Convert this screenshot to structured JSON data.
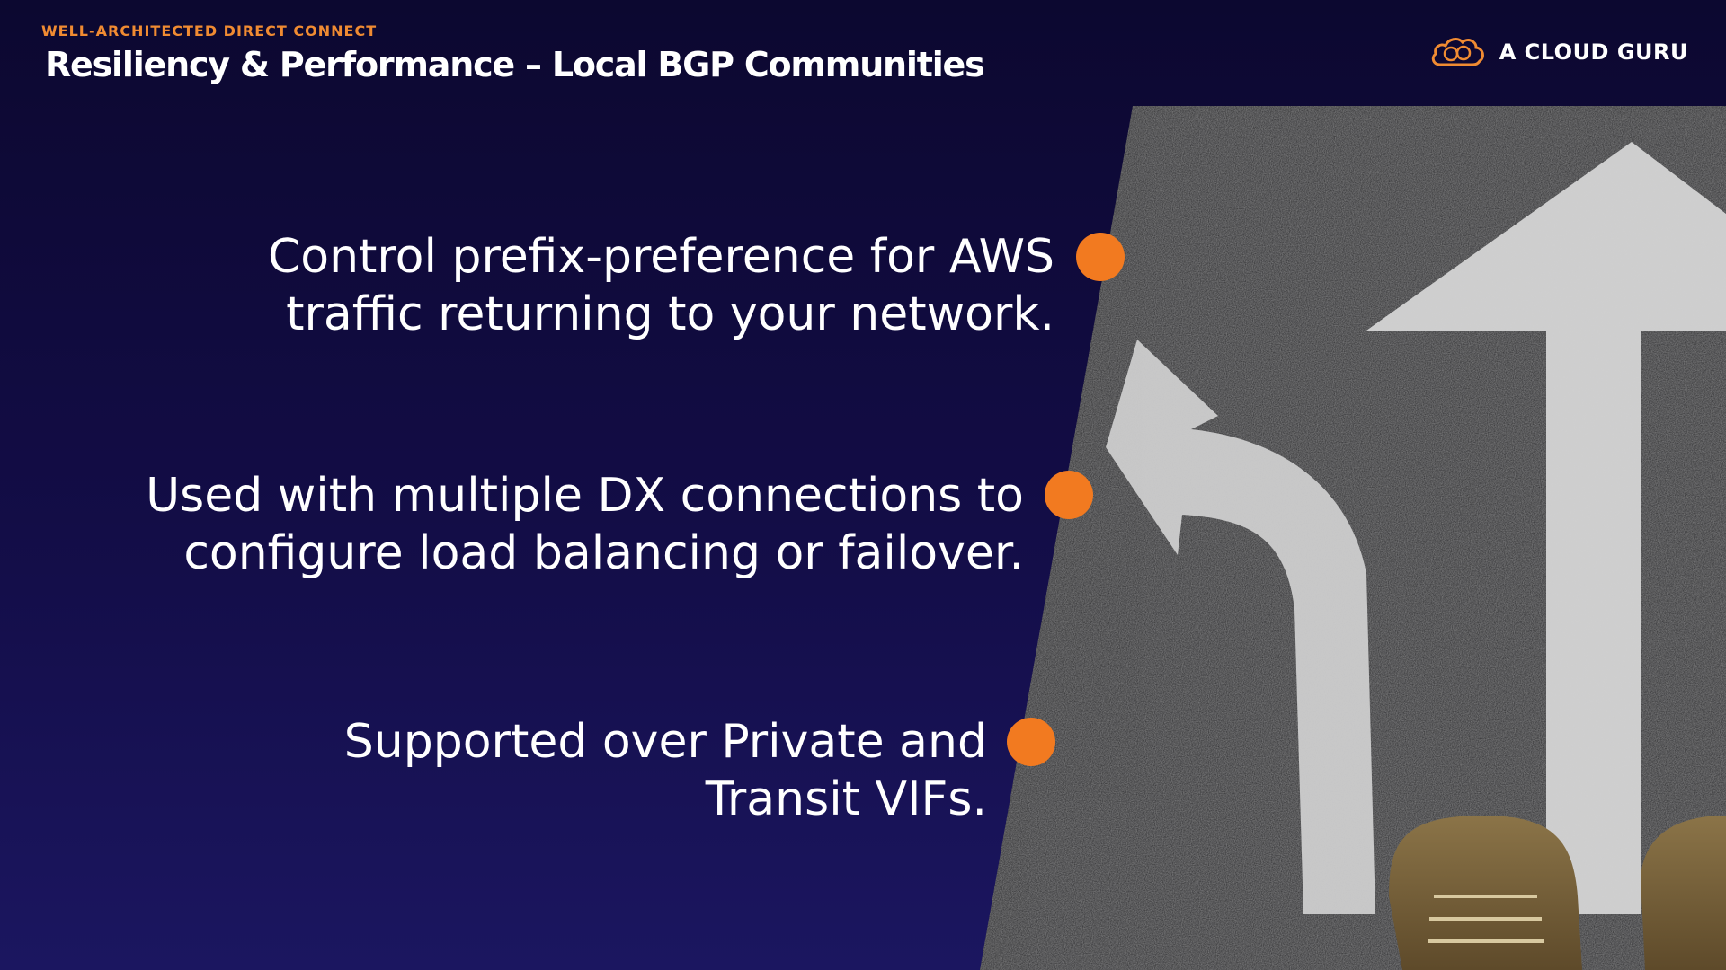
{
  "header": {
    "kicker": "WELL-ARCHITECTED DIRECT CONNECT",
    "title": "Resiliency & Performance – Local BGP Communities",
    "brand": {
      "name": "A CLOUD GURU",
      "icon": "cloud-logo-icon",
      "accent": "#f08b32"
    }
  },
  "bullets": [
    {
      "line1": "Control prefix-preference for AWS",
      "line2": "traffic returning to your network."
    },
    {
      "line1": "Used with multiple DX connections to",
      "line2": "configure load balancing or failover."
    },
    {
      "line1": "Supported over Private and",
      "line2": "Transit VIFs."
    }
  ],
  "colors": {
    "background_top": "#0c0830",
    "background_bottom": "#1b1660",
    "bullet_dot": "#f27a20",
    "kicker": "#f08b32"
  },
  "photo": {
    "subject": "white-arrows-on-asphalt-with-shoes"
  }
}
